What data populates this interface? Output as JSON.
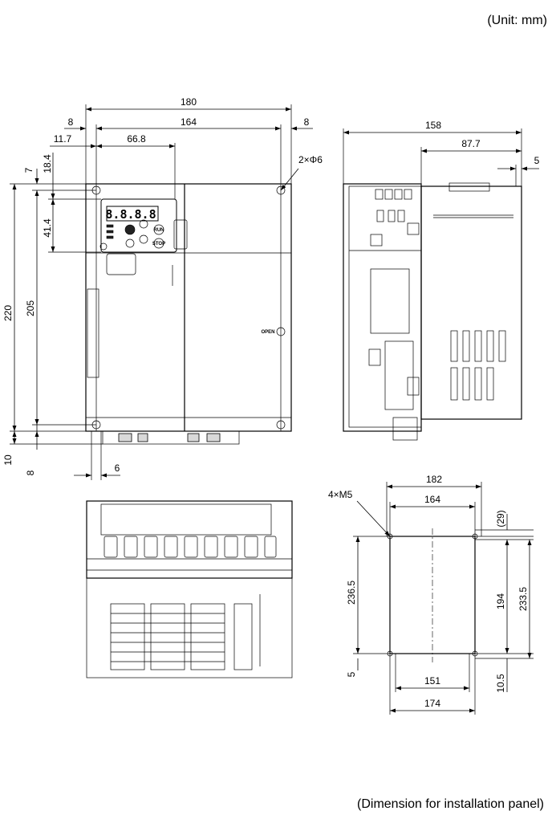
{
  "header": {
    "unit_note": "(Unit: mm)"
  },
  "footer": {
    "caption": "(Dimension for installation panel)"
  },
  "front_view": {
    "width_total": "180",
    "width_holes": "164",
    "margin_left": "8",
    "margin_right": "8",
    "offset_left": "11.7",
    "panel_width": "66.8",
    "top_7": "7",
    "top_18_4": "18.4",
    "keypad_h": "41.4",
    "height_total": "220",
    "height_holes": "205",
    "bottom_10": "10",
    "bottom_8": "8",
    "bottom_6": "6",
    "holes_callout": "2×Φ6",
    "open_label": "OPEN",
    "display_digits": "8.8.8.8",
    "key_run": "RUN",
    "key_stop": "STOP"
  },
  "side_view": {
    "depth_total": "158",
    "depth_87_7": "87.7",
    "depth_5": "5"
  },
  "panel_view": {
    "width_182": "182",
    "width_164": "164",
    "height_236_5": "236.5",
    "height_194": "194",
    "height_233_5": "233.5",
    "paren_29": "(29)",
    "bottom_5": "5",
    "bottom_10_5": "10.5",
    "width_151": "151",
    "width_174": "174",
    "holes_callout": "4×M5"
  }
}
